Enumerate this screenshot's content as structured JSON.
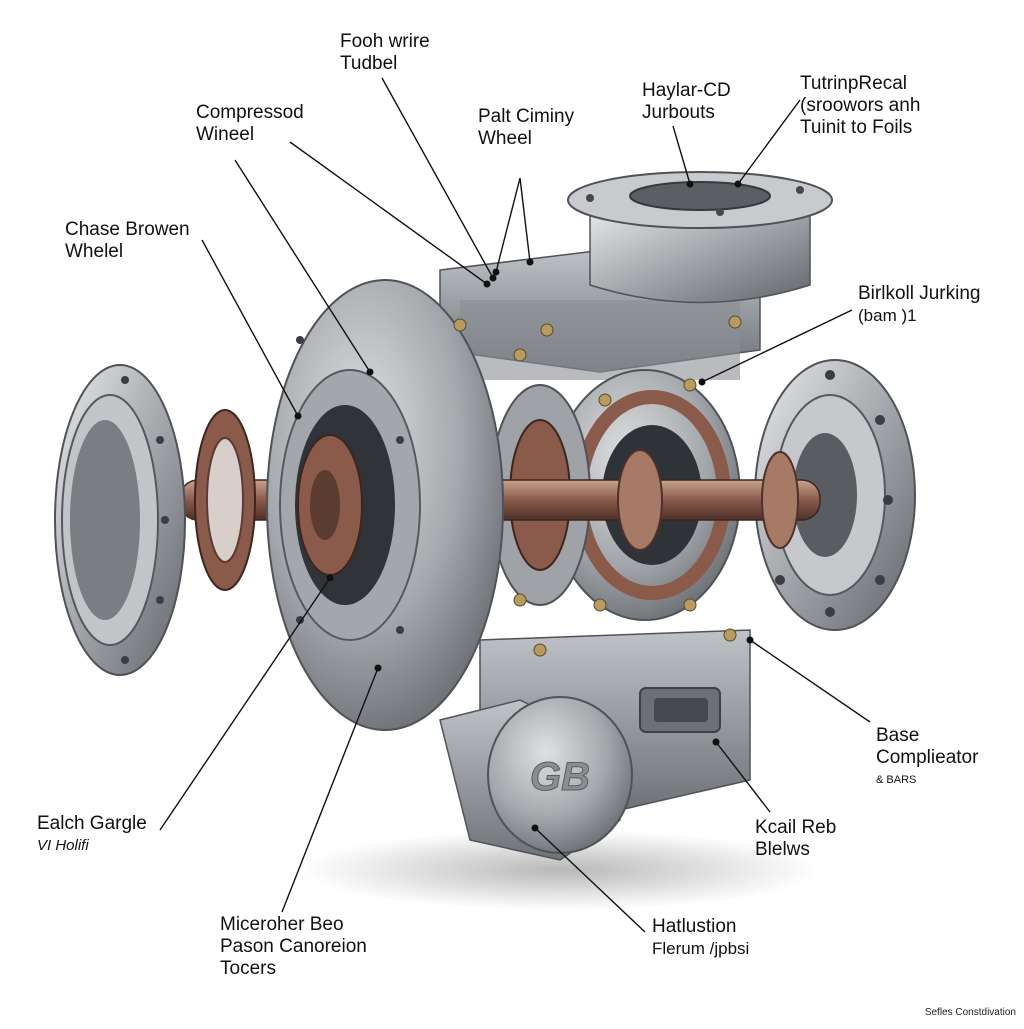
{
  "labels": [
    {
      "id": "fooh-wire",
      "lines": [
        "Fooh wrire",
        "Tudbel"
      ]
    },
    {
      "id": "compressed-wheel",
      "lines": [
        "Compressod",
        "Wineel"
      ]
    },
    {
      "id": "palt-ciminy",
      "lines": [
        "Palt Ciminy",
        "Wheel"
      ]
    },
    {
      "id": "haylar-cd",
      "lines": [
        "Haylar-CD",
        "Jurbouts"
      ]
    },
    {
      "id": "turbin-recal",
      "lines": [
        "TutrinpRecal",
        "(sroowors anh",
        "Tuinit to Foils"
      ]
    },
    {
      "id": "chase-browen",
      "lines": [
        "Chase Browen",
        "Whelel"
      ]
    },
    {
      "id": "birlkoll-jurking",
      "lines": [
        "Birlkoll Jurking",
        "(bam )1"
      ]
    },
    {
      "id": "base-complieator",
      "lines": [
        "Base",
        "Complieator",
        "& BARS"
      ]
    },
    {
      "id": "ealch-gargle",
      "lines": [
        "Ealch Gargle",
        "VI Holifi"
      ]
    },
    {
      "id": "kcail-reb",
      "lines": [
        "Kcail Reb",
        "Blelws"
      ]
    },
    {
      "id": "miceroher-beo",
      "lines": [
        "Miceroher Beo",
        "Pason Canoreion",
        "Tocers"
      ]
    },
    {
      "id": "hatlustion",
      "lines": [
        "Hatlustion",
        "Flerum /jpbsi"
      ]
    }
  ],
  "housing_emblem": "GB",
  "credit": "Sefles Constdivation",
  "colors": {
    "metal_light": "#d2d4d7",
    "metal_mid": "#9a9da1",
    "metal_dark": "#5d6166",
    "copper": "#8a5a4a",
    "leader": "#111111"
  }
}
